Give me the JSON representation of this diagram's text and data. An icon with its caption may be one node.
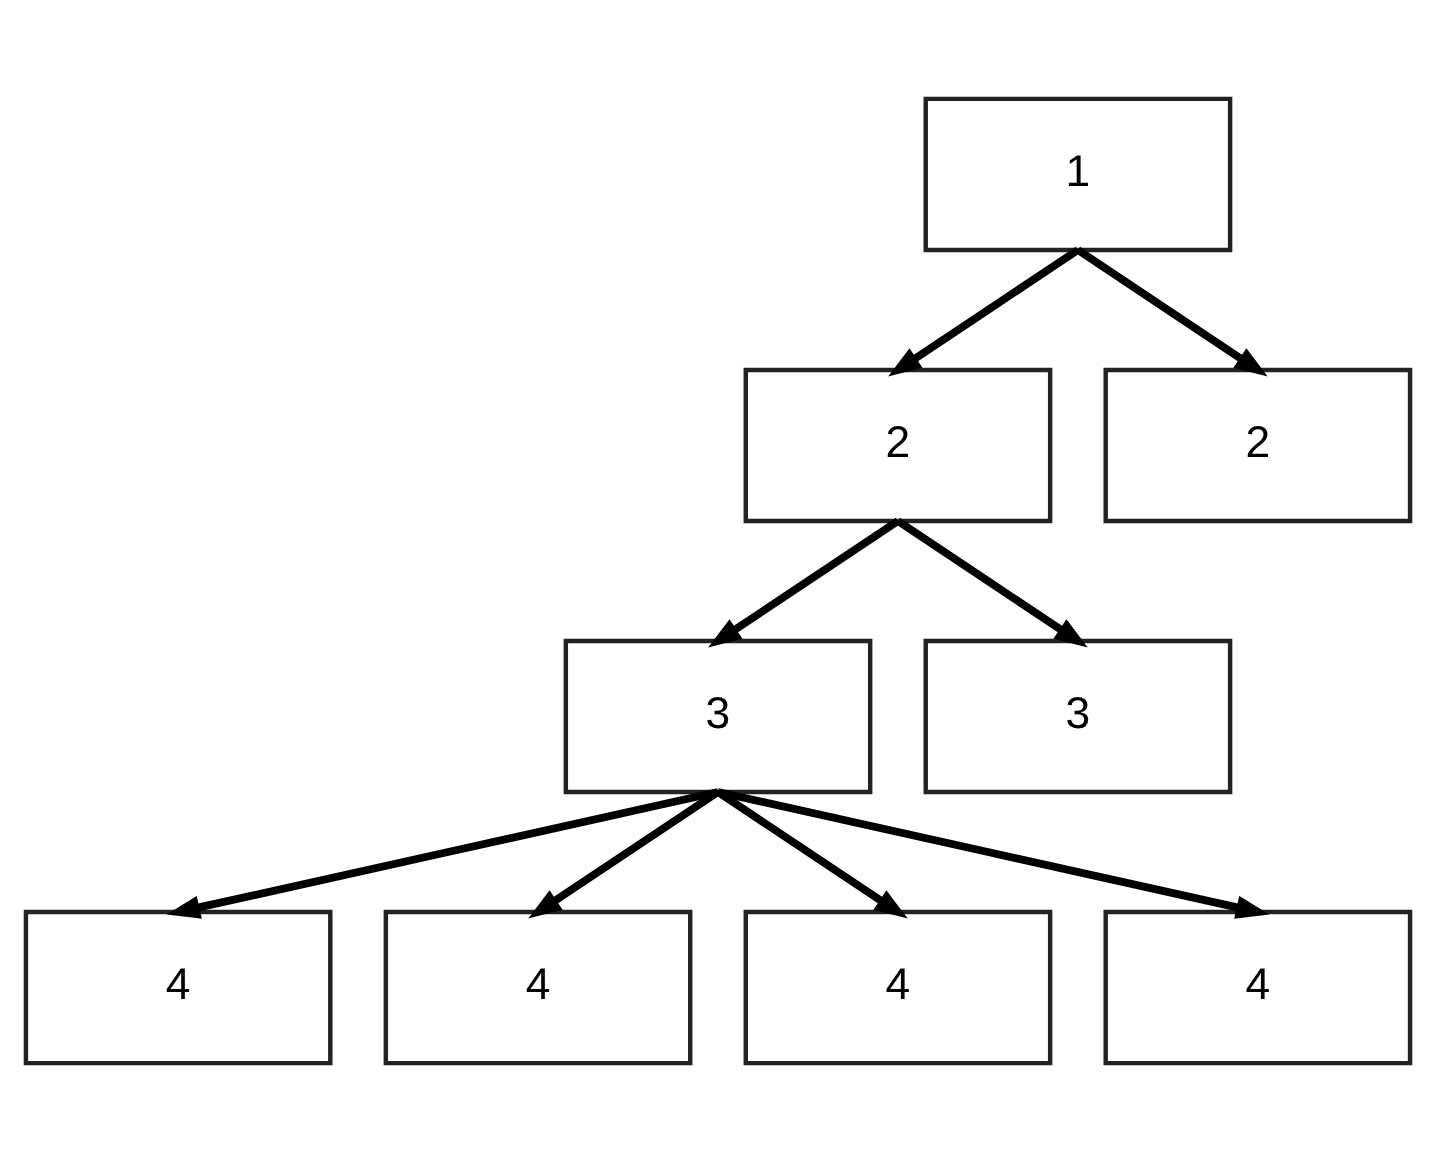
{
  "diagram": {
    "nodes": [
      {
        "text": [
          "1"
        ]
      },
      {
        "text": [
          "2"
        ]
      },
      {
        "text": [
          "2"
        ]
      },
      {
        "text": [
          "3"
        ]
      },
      {
        "text": [
          "3"
        ]
      },
      {
        "text": [
          "4"
        ]
      },
      {
        "text": [
          "4"
        ]
      },
      {
        "text": [
          "4"
        ]
      },
      {
        "text": [
          "4"
        ]
      }
    ],
    "edges": [
      {
        "from": 0,
        "to": 1,
        "arrow": "to"
      },
      {
        "from": 0,
        "to": 2,
        "arrow": "to"
      },
      {
        "from": 1,
        "to": 3,
        "arrow": "to"
      },
      {
        "from": 1,
        "to": 4,
        "arrow": "to"
      },
      {
        "from": 3,
        "to": 5,
        "arrow": "to"
      },
      {
        "from": 3,
        "to": 6,
        "arrow": "to"
      },
      {
        "from": 3,
        "to": 7,
        "arrow": "to"
      },
      {
        "from": 3,
        "to": 8,
        "arrow": "to"
      }
    ]
  }
}
